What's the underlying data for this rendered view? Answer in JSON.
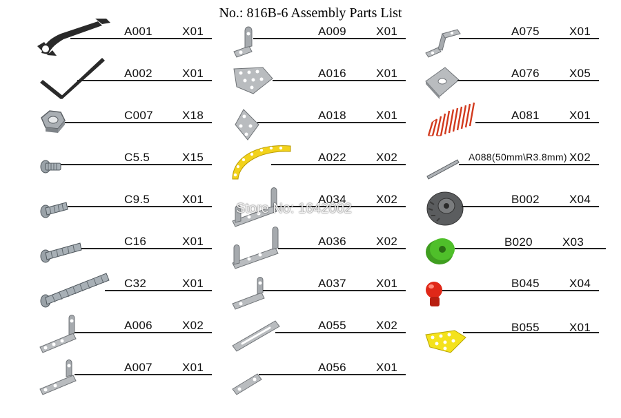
{
  "title": "No.: 816B-6  Assembly Parts List",
  "watermark": "Store No: 1642002",
  "columns": [
    {
      "items": [
        {
          "code": "A001",
          "qty": "X01",
          "icon": "wrench-icon"
        },
        {
          "code": "A002",
          "qty": "X01",
          "icon": "hex-key-icon"
        },
        {
          "code": "C007",
          "qty": "X18",
          "icon": "hex-nut-icon"
        },
        {
          "code": "C5.5",
          "qty": "X15",
          "icon": "short-screw-icon"
        },
        {
          "code": "C9.5",
          "qty": "X01",
          "icon": "screw-icon"
        },
        {
          "code": "C16",
          "qty": "X01",
          "icon": "medium-screw-icon"
        },
        {
          "code": "C32",
          "qty": "X01",
          "icon": "long-screw-icon"
        },
        {
          "code": "A006",
          "qty": "X02",
          "icon": "angle-strip-icon"
        },
        {
          "code": "A007",
          "qty": "X01",
          "icon": "angle-strip-icon"
        }
      ]
    },
    {
      "items": [
        {
          "code": "A009",
          "qty": "X01",
          "icon": "small-bracket-icon"
        },
        {
          "code": "A016",
          "qty": "X01",
          "icon": "pentagon-plate-icon"
        },
        {
          "code": "A018",
          "qty": "X01",
          "icon": "diamond-plate-icon"
        },
        {
          "code": "A022",
          "qty": "X02",
          "icon": "curved-strip-icon"
        },
        {
          "code": "A034",
          "qty": "X02",
          "icon": "double-bracket-icon"
        },
        {
          "code": "A036",
          "qty": "X02",
          "icon": "double-bracket-icon"
        },
        {
          "code": "A037",
          "qty": "X01",
          "icon": "angle-bracket-icon"
        },
        {
          "code": "A055",
          "qty": "X02",
          "icon": "slotted-strip-icon"
        },
        {
          "code": "A056",
          "qty": "X01",
          "icon": "short-strip-icon"
        }
      ]
    },
    {
      "items": [
        {
          "code": "A075",
          "qty": "X01",
          "icon": "z-bracket-icon"
        },
        {
          "code": "A076",
          "qty": "X05",
          "icon": "square-washer-icon"
        },
        {
          "code": "A081",
          "qty": "X01",
          "icon": "spring-icon"
        },
        {
          "code": "A088(50mm\\R3.8mm)",
          "qty": "X02",
          "icon": "axle-rod-icon"
        },
        {
          "code": "B002",
          "qty": "X04",
          "icon": "tire-icon"
        },
        {
          "code": "B020",
          "qty": "X03",
          "icon": "green-wheel-icon"
        },
        {
          "code": "B045",
          "qty": "X04",
          "icon": "red-knob-icon"
        },
        {
          "code": "B055",
          "qty": "X01",
          "icon": "yellow-plate-icon"
        }
      ]
    }
  ],
  "colors": {
    "metal": "#b9bcbf",
    "metal_dark": "#6f7377",
    "spring": "#d23a1e",
    "curved_strip": "#f2d21b",
    "tire": "#5b5d5f",
    "wheel": "#4fbf2a",
    "knob": "#e02818",
    "plate": "#f4e21c"
  }
}
